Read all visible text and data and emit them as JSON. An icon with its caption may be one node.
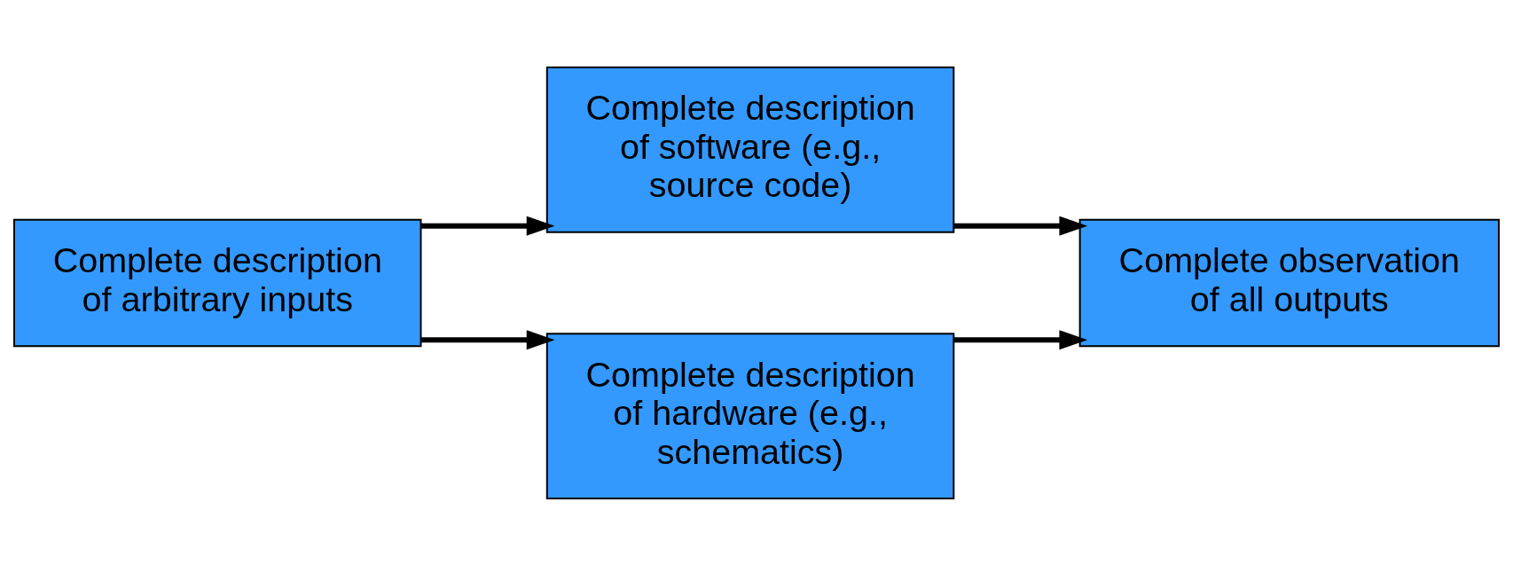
{
  "diagram": {
    "nodes": [
      {
        "text": [
          "Complete description of arbitrary inputs"
        ]
      },
      {
        "text": [
          "Complete description of software (e.g., source code)"
        ]
      },
      {
        "text": [
          "Complete description of hardware (e.g., schematics)"
        ]
      },
      {
        "text": [
          "Complete observation of all outputs"
        ]
      }
    ],
    "edges": [
      {
        "from": 0,
        "to": 1,
        "arrow": "to"
      },
      {
        "from": 0,
        "to": 2,
        "arrow": "to"
      },
      {
        "from": 1,
        "to": 3,
        "arrow": "to"
      },
      {
        "from": 2,
        "to": 3,
        "arrow": "to"
      }
    ]
  }
}
